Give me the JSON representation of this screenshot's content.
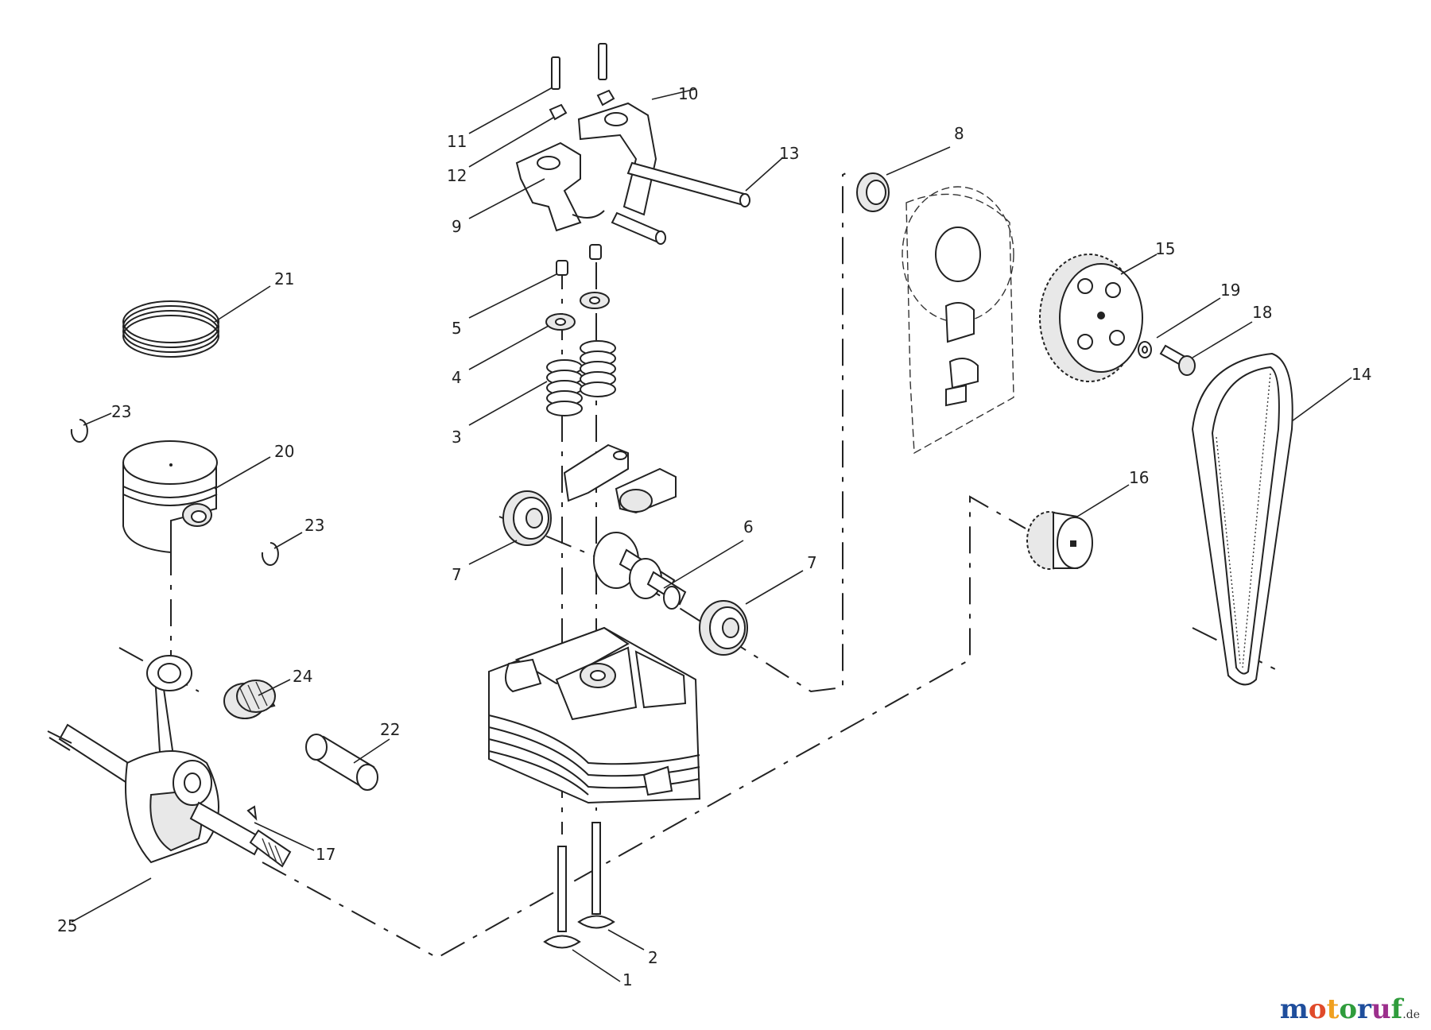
{
  "callouts": {
    "c1": "1",
    "c2": "2",
    "c3": "3",
    "c4": "4",
    "c5": "5",
    "c6": "6",
    "c7a": "7",
    "c7b": "7",
    "c8": "8",
    "c9": "9",
    "c10": "10",
    "c11": "11",
    "c12": "12",
    "c13": "13",
    "c14": "14",
    "c15": "15",
    "c16": "16",
    "c17": "17",
    "c18": "18",
    "c19": "19",
    "c20": "20",
    "c21": "21",
    "c22": "22",
    "c23a": "23",
    "c23b": "23",
    "c24": "24",
    "c25": "25"
  },
  "watermark": {
    "letters": [
      "m",
      "o",
      "t",
      "o",
      "r",
      "u",
      "f"
    ],
    "tld": ".de",
    "colors": [
      "#1f4e9c",
      "#e04a2a",
      "#f0a020",
      "#2f9c3c",
      "#1f4e9c",
      "#9c2f8c",
      "#2f9c3c"
    ]
  },
  "colors": {
    "line": "#222222",
    "background": "#ffffff"
  }
}
